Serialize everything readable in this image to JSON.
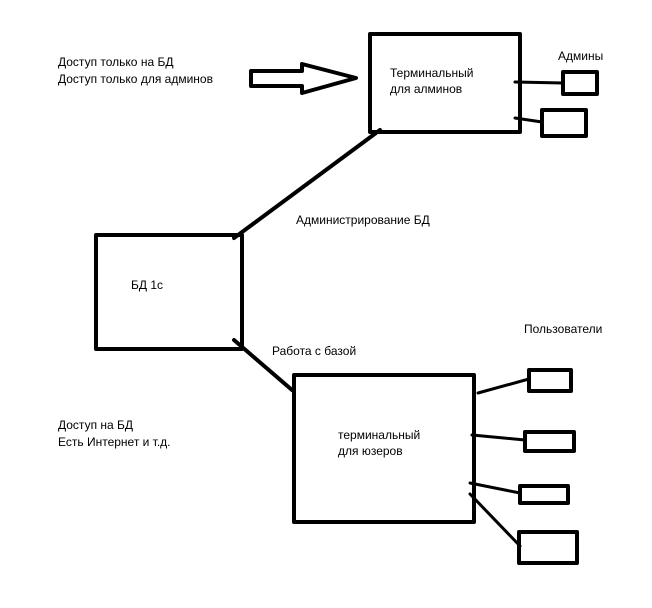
{
  "notes": {
    "admin_access_line1": "Доступ только на БД",
    "admin_access_line2": "Доступ только для админов",
    "user_access_line1": "Доступ на БД",
    "user_access_line2": "Есть Интернет и т.д."
  },
  "nodes": {
    "admin_terminal_line1": "Терминальный",
    "admin_terminal_line2": "для алминов",
    "db_label": "БД 1с",
    "user_terminal_line1": "терминальный",
    "user_terminal_line2": "для юзеров"
  },
  "groups": {
    "admins_label": "Админы",
    "users_label": "Пользователи"
  },
  "edges": {
    "admin_link_label": "Администрирование БД",
    "user_link_label": "Работа с базой"
  },
  "colors": {
    "stroke": "#000000",
    "background": "#ffffff",
    "text": "#000000"
  }
}
